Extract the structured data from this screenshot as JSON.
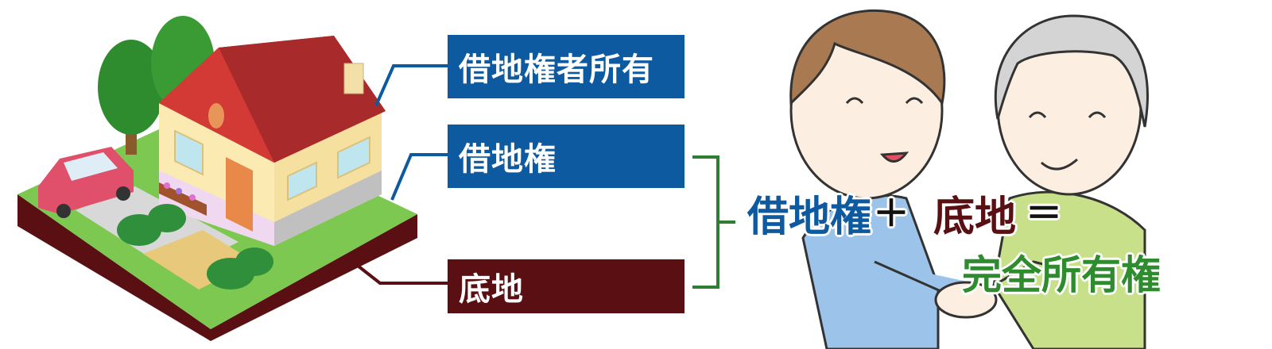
{
  "labels": {
    "owner": "借地権者所有",
    "leasehold": "借地権",
    "land": "底地"
  },
  "equation": {
    "leasehold": "借地権",
    "plus": "＋",
    "land": "底地",
    "equals": "＝",
    "result": "完全所有権"
  },
  "colors": {
    "blue": "#0d5aa0",
    "maroon": "#5a1013",
    "green": "#2e8b2e",
    "bracket": "#2e7d32"
  }
}
